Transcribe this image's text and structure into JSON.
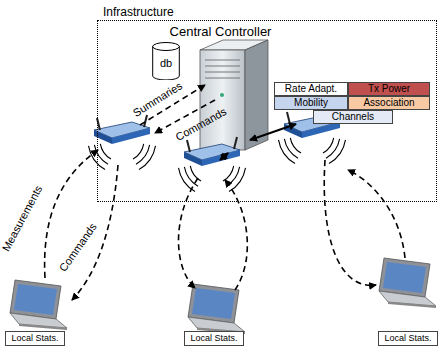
{
  "diagram": {
    "nodes": [
      {
        "text": [
          "Infrastructure"
        ]
      },
      {
        "text": [
          "Central Controller"
        ],
        "in": 0
      },
      {
        "text": [
          "db"
        ],
        "in": 0
      },
      {
        "text": [
          "Rate Adapt."
        ],
        "in": 0
      },
      {
        "text": [
          "Tx Power"
        ],
        "in": 0
      },
      {
        "text": [
          "Mobility"
        ],
        "in": 0
      },
      {
        "text": [
          "Association"
        ],
        "in": 0
      },
      {
        "text": [
          "Channels"
        ],
        "in": 0
      },
      {
        "text": [
          "Local Stats."
        ]
      },
      {
        "text": [
          "Local Stats."
        ]
      },
      {
        "text": [
          "Local Stats."
        ]
      }
    ],
    "labels": [
      "Summaries",
      "Commands",
      "Measurements",
      "Commands"
    ]
  }
}
